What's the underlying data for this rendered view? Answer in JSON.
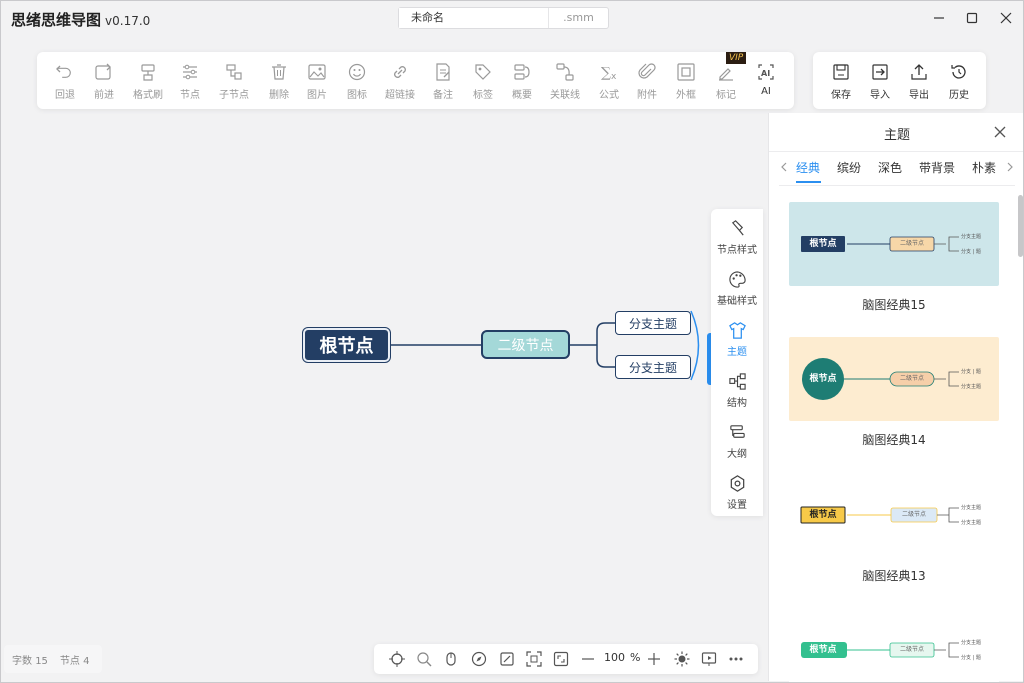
{
  "app": {
    "title": "思绪思维导图",
    "version": "v0.17.0",
    "filename": "未命名",
    "extension": ".smm"
  },
  "toolbar": {
    "tools": [
      {
        "id": "undo",
        "label": "回退",
        "icon": "undo-icon"
      },
      {
        "id": "redo",
        "label": "前进",
        "icon": "redo-icon"
      },
      {
        "id": "format-painter",
        "label": "格式刷",
        "icon": "format-painter-icon"
      },
      {
        "id": "node",
        "label": "节点",
        "icon": "node-icon"
      },
      {
        "id": "child-node",
        "label": "子节点",
        "icon": "child-node-icon"
      },
      {
        "id": "delete",
        "label": "删除",
        "icon": "delete-icon"
      },
      {
        "id": "image",
        "label": "图片",
        "icon": "image-icon"
      },
      {
        "id": "icon",
        "label": "图标",
        "icon": "emoji-icon"
      },
      {
        "id": "hyperlink",
        "label": "超链接",
        "icon": "link-icon"
      },
      {
        "id": "note",
        "label": "备注",
        "icon": "note-icon"
      },
      {
        "id": "tag",
        "label": "标签",
        "icon": "tag-icon"
      },
      {
        "id": "summary",
        "label": "概要",
        "icon": "summary-icon"
      },
      {
        "id": "association",
        "label": "关联线",
        "icon": "association-line-icon"
      },
      {
        "id": "formula",
        "label": "公式",
        "icon": "formula-icon"
      },
      {
        "id": "attachment",
        "label": "附件",
        "icon": "attachment-icon"
      },
      {
        "id": "frame",
        "label": "外框",
        "icon": "frame-icon"
      },
      {
        "id": "mark",
        "label": "标记",
        "icon": "mark-icon"
      },
      {
        "id": "ai",
        "label": "AI",
        "icon": "ai-icon"
      }
    ],
    "vip_badge": "VIP",
    "file_tools": [
      {
        "id": "save",
        "label": "保存",
        "icon": "save-icon"
      },
      {
        "id": "import",
        "label": "导入",
        "icon": "import-icon"
      },
      {
        "id": "export",
        "label": "导出",
        "icon": "export-icon"
      },
      {
        "id": "history",
        "label": "历史",
        "icon": "history-icon"
      }
    ]
  },
  "mindmap": {
    "root": "根节点",
    "second": "二级节点",
    "branches": [
      "分支主题",
      "分支主题"
    ]
  },
  "sidetabs": [
    {
      "id": "node-style",
      "label": "节点样式",
      "icon": "node-style-icon"
    },
    {
      "id": "base-style",
      "label": "基础样式",
      "icon": "palette-icon"
    },
    {
      "id": "theme",
      "label": "主题",
      "icon": "shirt-icon",
      "active": true
    },
    {
      "id": "structure",
      "label": "结构",
      "icon": "structure-icon"
    },
    {
      "id": "outline",
      "label": "大纲",
      "icon": "outline-icon"
    },
    {
      "id": "settings",
      "label": "设置",
      "icon": "settings-icon"
    }
  ],
  "panel": {
    "title": "主题",
    "tabs": [
      "经典",
      "缤纷",
      "深色",
      "带背景",
      "朴素"
    ],
    "active_tab": "经典",
    "themes": [
      {
        "name": "脑图经典15",
        "bg": "#cde6ea",
        "root": "根节点",
        "second": "二级节点",
        "root_bg": "#233e64",
        "root_color": "#ffffff",
        "second_bg": "#f7d7a8",
        "branch_a": "分支主题",
        "branch_b": "分支 | 题"
      },
      {
        "name": "脑图经典14",
        "bg": "#fdecd0",
        "root": "根节点",
        "second": "二级节点",
        "root_bg": "#1e7d74",
        "root_color": "#ffffff",
        "second_bg": "#f6cfa9",
        "branch_a": "分支 | 题",
        "branch_b": "分支主题"
      },
      {
        "name": "脑图经典13",
        "bg": "#ffffff",
        "root": "根节点",
        "second": "二级节点",
        "root_bg": "#f7c948",
        "root_color": "#222222",
        "second_bg": "#dbe9f6",
        "branch_a": "分支主题",
        "branch_b": "分支主题"
      },
      {
        "name": "",
        "bg": "#ffffff",
        "root": "根节点",
        "second": "二级节点",
        "root_bg": "#33c08f",
        "root_color": "#ffffff",
        "second_bg": "#e6f7ef",
        "branch_a": "分支主题",
        "branch_b": "分支 | 题"
      }
    ]
  },
  "status": {
    "word_label": "字数",
    "word_count": "15",
    "node_label": "节点",
    "node_count": "4"
  },
  "bottombar": {
    "zoom": "100",
    "zoom_unit": "%"
  },
  "colors": {
    "accent": "#2b8ff0",
    "root_bg": "#233e64",
    "second_bg": "#a4d8d8"
  }
}
